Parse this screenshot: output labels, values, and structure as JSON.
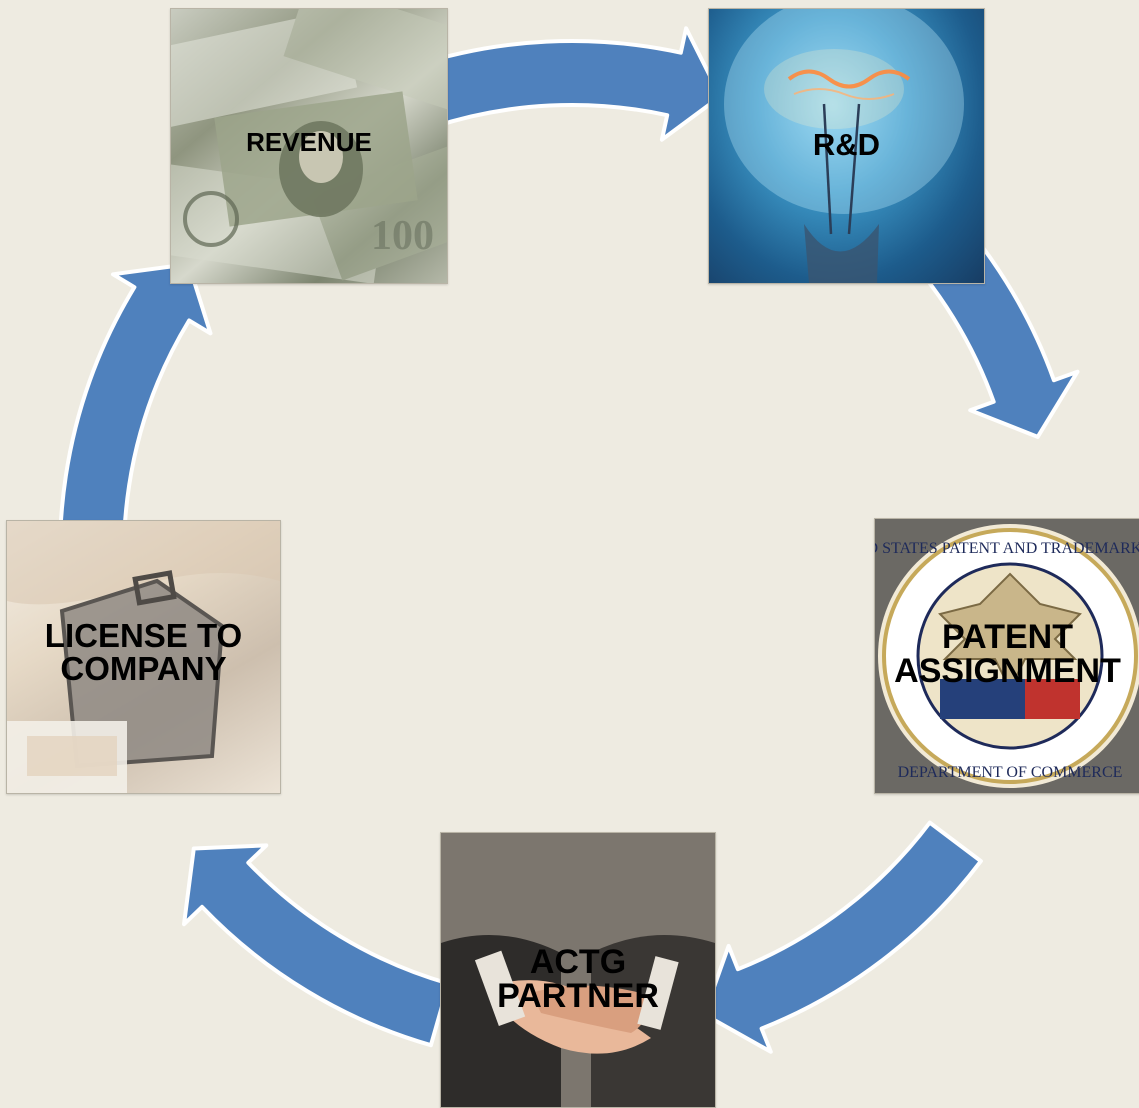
{
  "diagram": {
    "nodes": [
      {
        "id": "revenue",
        "label": "REVENUE",
        "image": "money-image"
      },
      {
        "id": "rd",
        "label": "R&D",
        "image": "light-bulb-image"
      },
      {
        "id": "patent",
        "label": "PATENT\nASSIGNMENT",
        "image": "uspto-seal-image"
      },
      {
        "id": "partner",
        "label": "ACTG\nPARTNER",
        "image": "handshake-image"
      },
      {
        "id": "license",
        "label": "LICENSE TO\nCOMPANY",
        "image": "briefcase-image"
      }
    ],
    "edges": [
      {
        "from": "revenue",
        "to": "rd"
      },
      {
        "from": "rd",
        "to": "patent"
      },
      {
        "from": "patent",
        "to": "partner"
      },
      {
        "from": "partner",
        "to": "license"
      },
      {
        "from": "license",
        "to": "revenue"
      }
    ],
    "colors": {
      "arrow": "#4f81bd",
      "arrow_outline": "#ffffff",
      "background": "#eeebe1",
      "label": "#000000"
    }
  }
}
